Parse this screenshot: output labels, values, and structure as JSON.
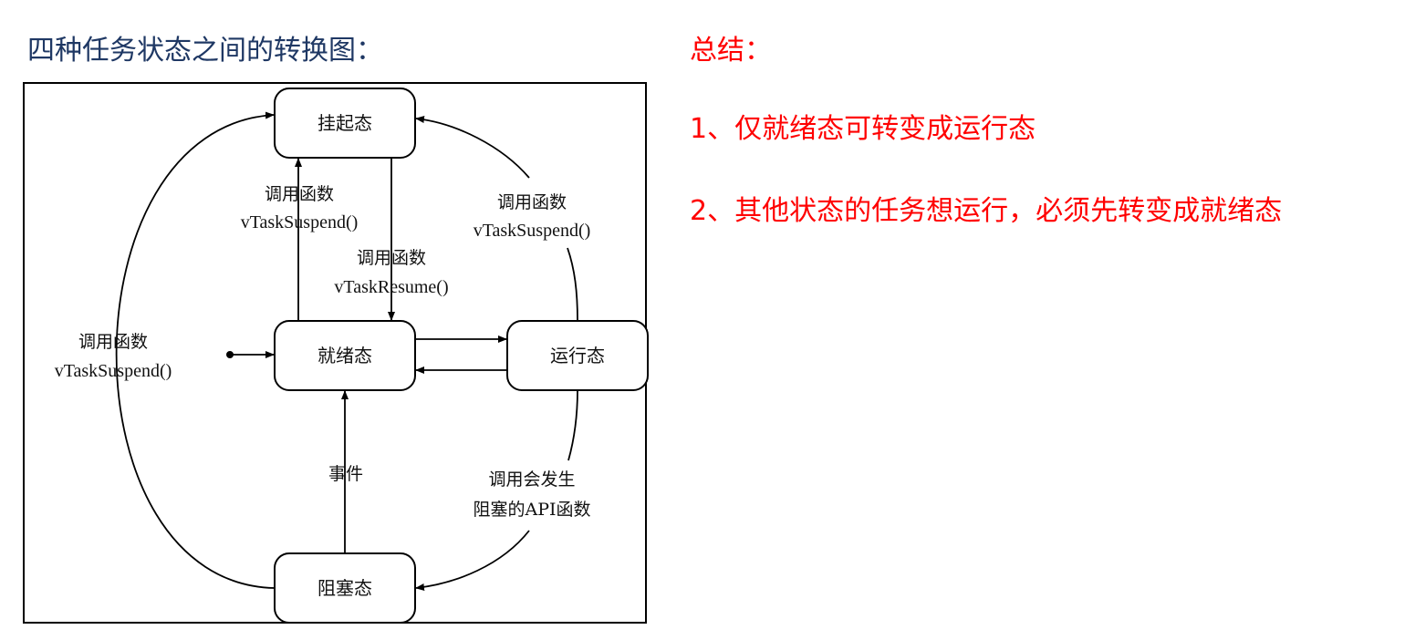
{
  "heading": "四种任务状态之间的转换图：",
  "summary": {
    "title": "总结：",
    "items": [
      "1、仅就绪态可转变成运行态",
      "2、其他状态的任务想运行，必须先转变成就绪态"
    ]
  },
  "colors": {
    "heading": "#1f3864",
    "summary": "#ff0000",
    "line": "#000000"
  },
  "diagram": {
    "states": {
      "suspended": "挂起态",
      "ready": "就绪态",
      "running": "运行态",
      "blocked": "阻塞态"
    },
    "transitions": {
      "ready_to_suspended": {
        "line1": "调用函数",
        "line2": "vTaskSuspend()"
      },
      "suspended_to_ready": {
        "line1": "调用函数",
        "line2": "vTaskResume()"
      },
      "running_to_suspended": {
        "line1": "调用函数",
        "line2": "vTaskSuspend()"
      },
      "blocked_to_suspended": {
        "line1": "调用函数",
        "line2": "vTaskSuspend()"
      },
      "blocked_to_ready": {
        "line1": "事件"
      },
      "running_to_blocked": {
        "line1": "调用会发生",
        "line2": "阻塞的API函数"
      }
    }
  }
}
